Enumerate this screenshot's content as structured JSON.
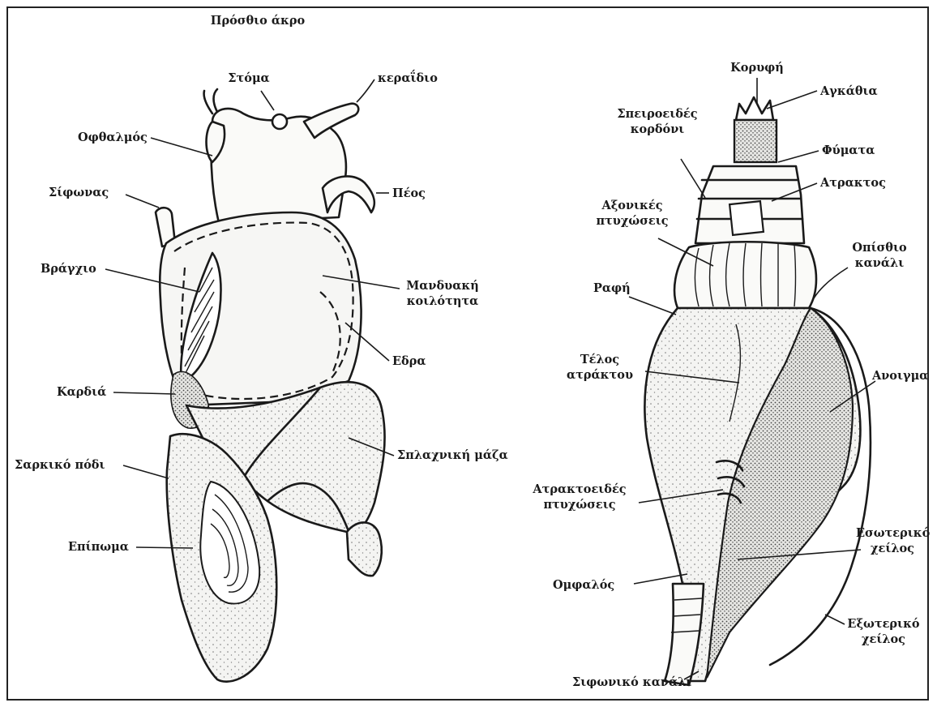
{
  "snail": {
    "anterior_end": "Πρόσθιο άκρο",
    "mouth": "Στόμα",
    "tentacle": "κεραΐδιο",
    "eye": "Οφθαλμός",
    "siphon": "Σίφωνας",
    "penis": "Πέος",
    "gill": "Βράγχιο",
    "mantle_cavity_line1": "Μανδυακή",
    "mantle_cavity_line2": "κοιλότητα",
    "seat": "Εδρα",
    "heart": "Καρδιά",
    "fleshy_foot": "Σαρκικό πόδι",
    "visceral_mass": "Σπλαχνική μάζα",
    "operculum": "Επίπωμα"
  },
  "shell": {
    "apex": "Κορυφή",
    "spines": "Αγκάθια",
    "spiral_cord_line1": "Σπειροειδές",
    "spiral_cord_line2": "κορδόνι",
    "nodules": "Φύματα",
    "spire": "Ατρακτος",
    "axial_folds_line1": "Αξονικές",
    "axial_folds_line2": "πτυχώσεις",
    "posterior_canal_line1": "Οπίσθιο",
    "posterior_canal_line2": "κανάλι",
    "suture": "Ραφή",
    "spire_end_line1": "Τέλος",
    "spire_end_line2": "ατράκτου",
    "aperture": "Ανοιγμα",
    "spindle_folds_line1": "Ατρακτοειδές",
    "spindle_folds_line2": "πτυχώσεις",
    "inner_lip_line1": "Εσωτερικό",
    "inner_lip_line2": "χείλος",
    "umbilicus": "Ομφαλός",
    "outer_lip_line1": "Εξωτερικό",
    "outer_lip_line2": "χείλος",
    "siphonal_canal": "Σιφωνικό κανάλι"
  }
}
